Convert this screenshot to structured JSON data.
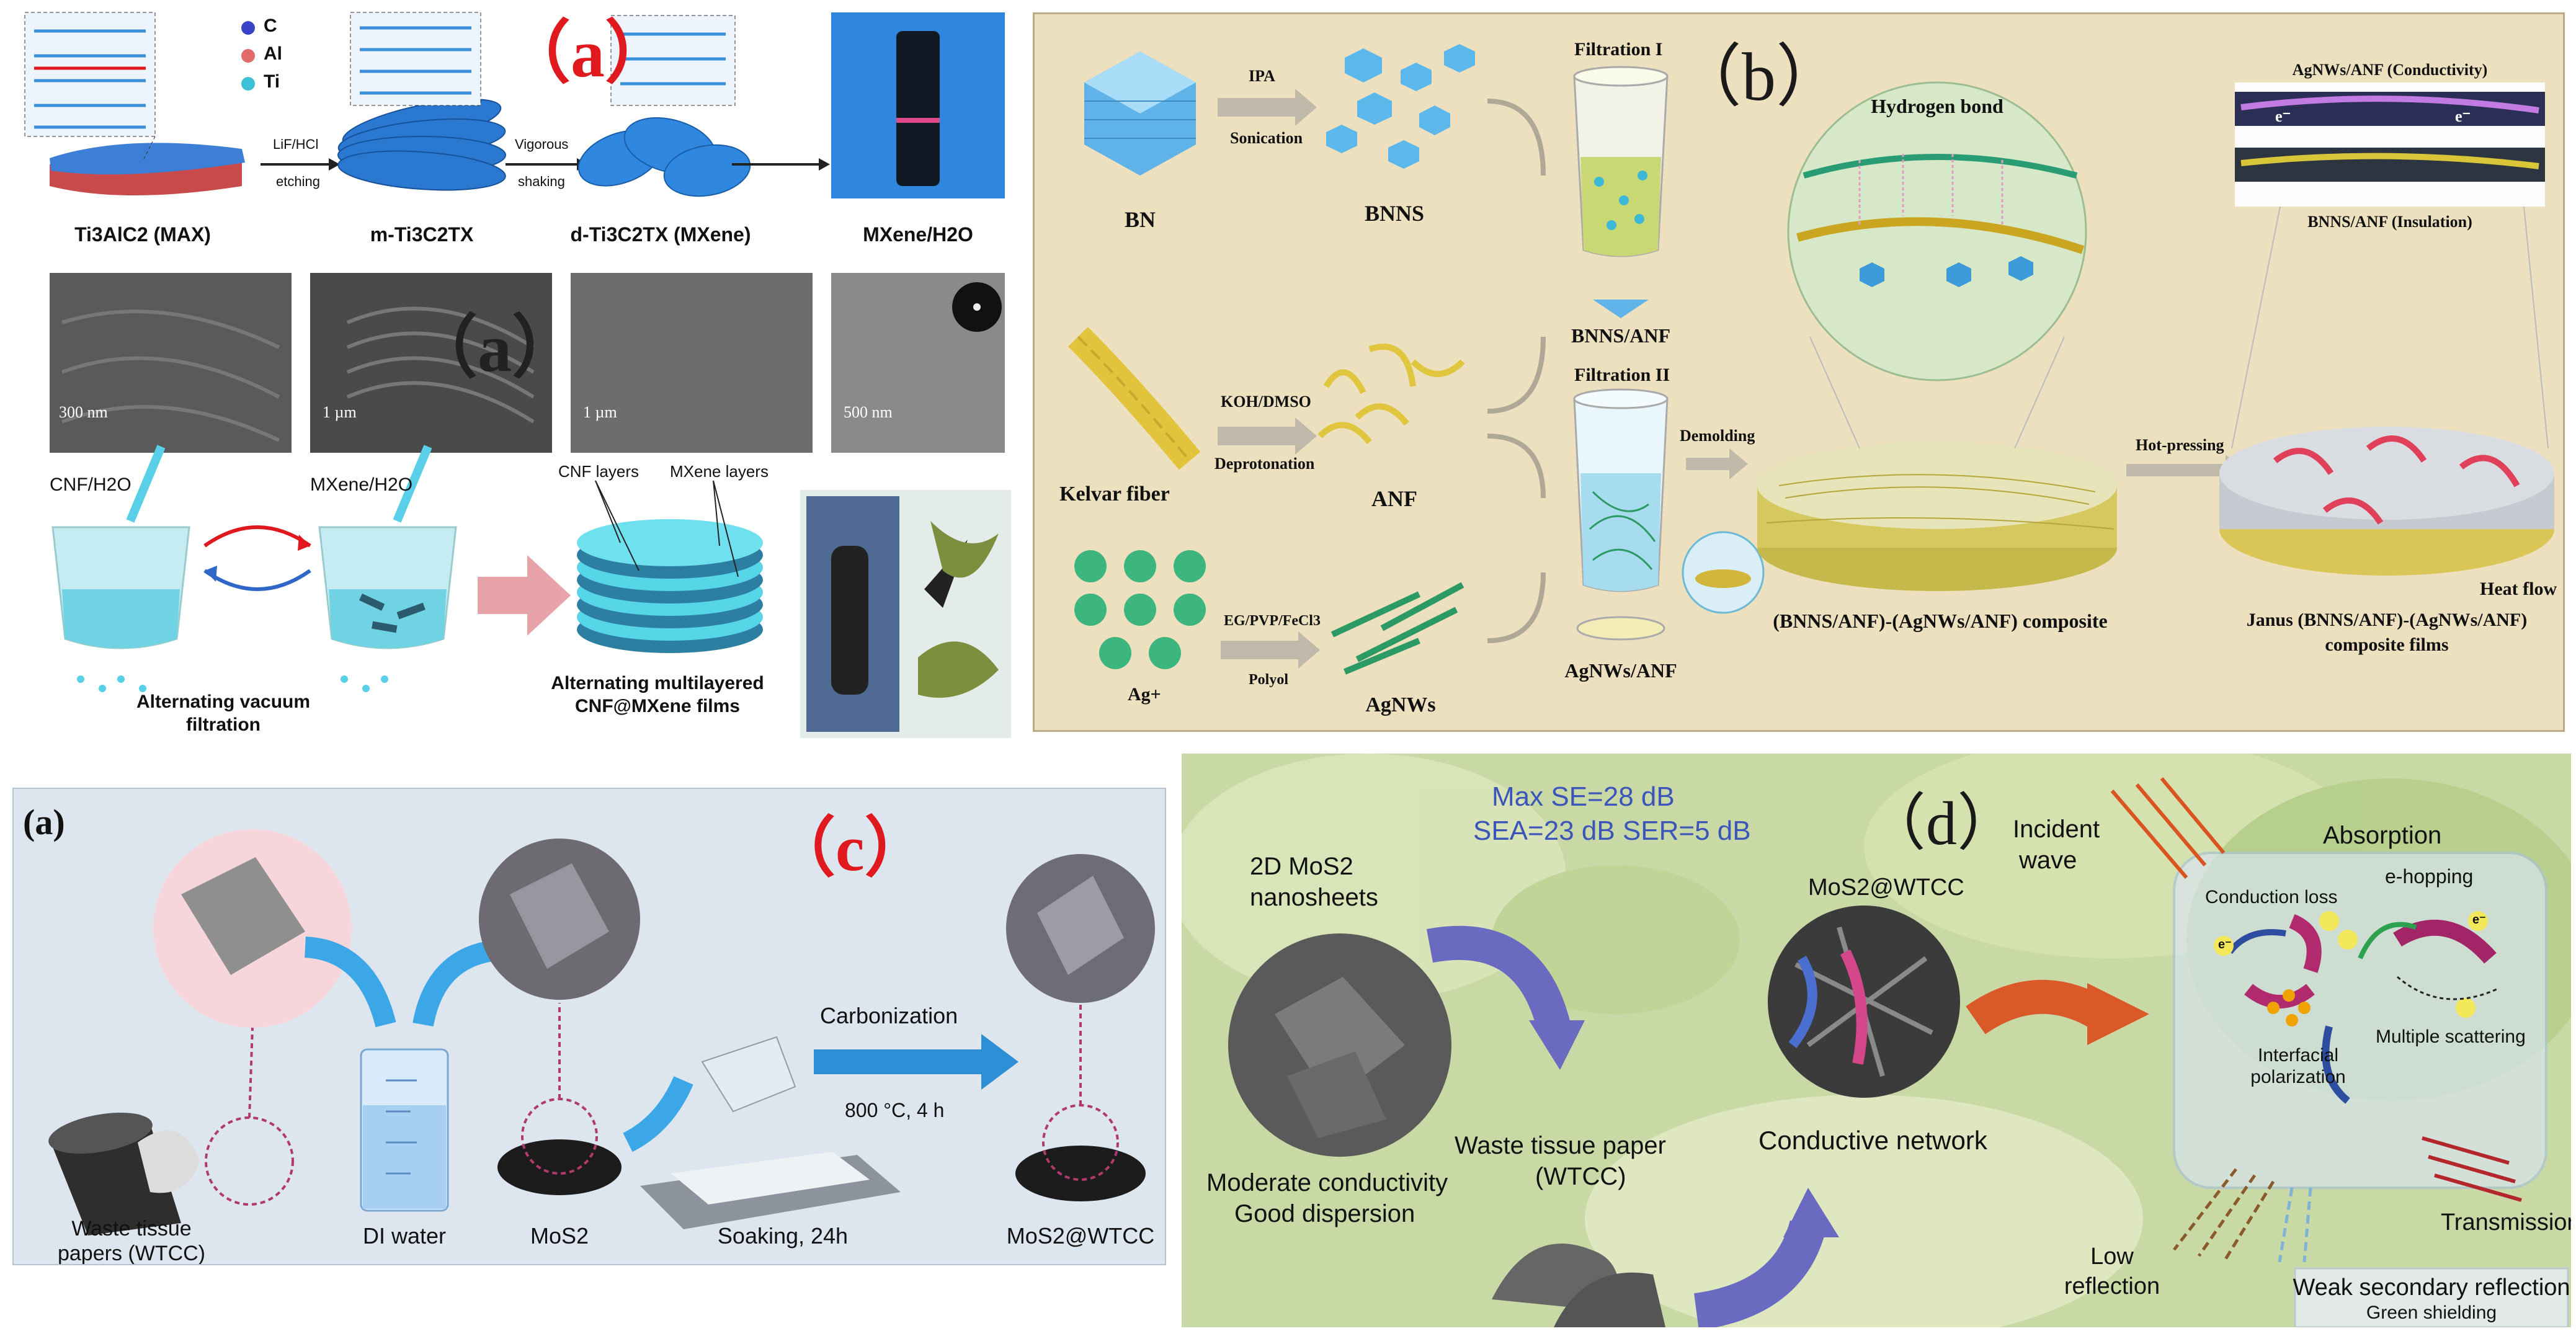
{
  "colors": {
    "panel_b_bg": "#ece0bf",
    "panel_c_bg": "#dde6ef",
    "panel_d_bg": "#c9d9a6",
    "accent_red": "#e0191f",
    "mxene_blue": "#2b80d4",
    "panel_d_text_blue": "#3c55b8"
  },
  "panel_a": {
    "tag": "（a）",
    "tag_overlay": "（a）",
    "legend": [
      "C",
      "Al",
      "Ti"
    ],
    "step_labels": [
      "Ti3AlC2 (MAX)",
      "m-Ti3C2TX",
      "d-Ti3C2TX (MXene)",
      "MXene/H2O"
    ],
    "arrow1_top": "LiF/HCl",
    "arrow1_bottom": "etching",
    "arrow2_top": "Vigorous",
    "arrow2_bottom": "shaking",
    "scale_bars": [
      "300 nm",
      "1 µm",
      "1 µm",
      "500 nm"
    ],
    "cnf_label": "CNF/H2O",
    "mxene_h2o_label": "MXene/H2O",
    "cnf_layers": "CNF layers",
    "mxene_layers": "MXene layers",
    "alt_vacuum_line1": "Alternating vacuum",
    "alt_vacuum_line2": "filtration",
    "alt_multi_line1": "Alternating multilayered",
    "alt_multi_line2": "CNF@MXene films"
  },
  "panel_b": {
    "tag": "（b）",
    "bn": "BN",
    "ipa": "IPA",
    "sonication": "Sonication",
    "bnns": "BNNS",
    "filtration1": "Filtration I",
    "bnns_anf": "BNNS/ANF",
    "kevlar": "Kelvar fiber",
    "koh": "KOH/DMSO",
    "deprotonation": "Deprotonation",
    "anf": "ANF",
    "filtration2": "Filtration II",
    "demolding": "Demolding",
    "hydrogen_bond": "Hydrogen bond",
    "hot_pressing": "Hot-pressing",
    "agnws_anf_cond": "AgNWs/ANF (Conductivity)",
    "bnns_anf_ins": "BNNS/ANF (Insulation)",
    "ag_ion": "Ag+",
    "eg": "EG/PVP/FeCl3",
    "polyol": "Polyol",
    "agnws": "AgNWs",
    "agnws_anf": "AgNWs/ANF",
    "composite": "(BNNS/ANF)-(AgNWs/ANF) composite",
    "janus_line1": "Janus (BNNS/ANF)-(AgNWs/ANF)",
    "janus_line2": "composite films",
    "heat_flow": "Heat flow",
    "electron": "e⁻"
  },
  "panel_c": {
    "tag_left": "(a)",
    "tag": "（c）",
    "waste_line1": "Waste tissue",
    "waste_line2": "papers (WTCC)",
    "di_water": "DI water",
    "mos2": "MoS2",
    "soaking": "Soaking, 24h",
    "carbonization": "Carbonization",
    "temperature": "800 °C, 4 h",
    "product": "MoS2@WTCC"
  },
  "panel_d": {
    "tag": "（d）",
    "max_se": "Max SE=28 dB",
    "se_line": "SEA=23 dB SER=5 dB",
    "nanosheets_line1": "2D MoS2",
    "nanosheets_line2": "nanosheets",
    "moderate": "Moderate conductivity",
    "dispersion": "Good dispersion",
    "waste_line1": "Waste tissue paper",
    "waste_line2": "(WTCC)",
    "mos2_wtcc": "MoS2@WTCC",
    "conductive_network": "Conductive network",
    "incident_line1": "Incident",
    "incident_line2": "wave",
    "absorption": "Absorption",
    "conduction_loss": "Conduction loss",
    "e_hopping": "e-hopping",
    "interfacial_line1": "Interfacial",
    "interfacial_line2": "polarization",
    "multiple_scattering": "Multiple scattering",
    "transmission": "Transmission",
    "low_line1": "Low",
    "low_line2": "reflection",
    "weak_secondary": "Weak secondary  reflection",
    "green_shielding": "Green shielding",
    "electron": "e⁻"
  }
}
